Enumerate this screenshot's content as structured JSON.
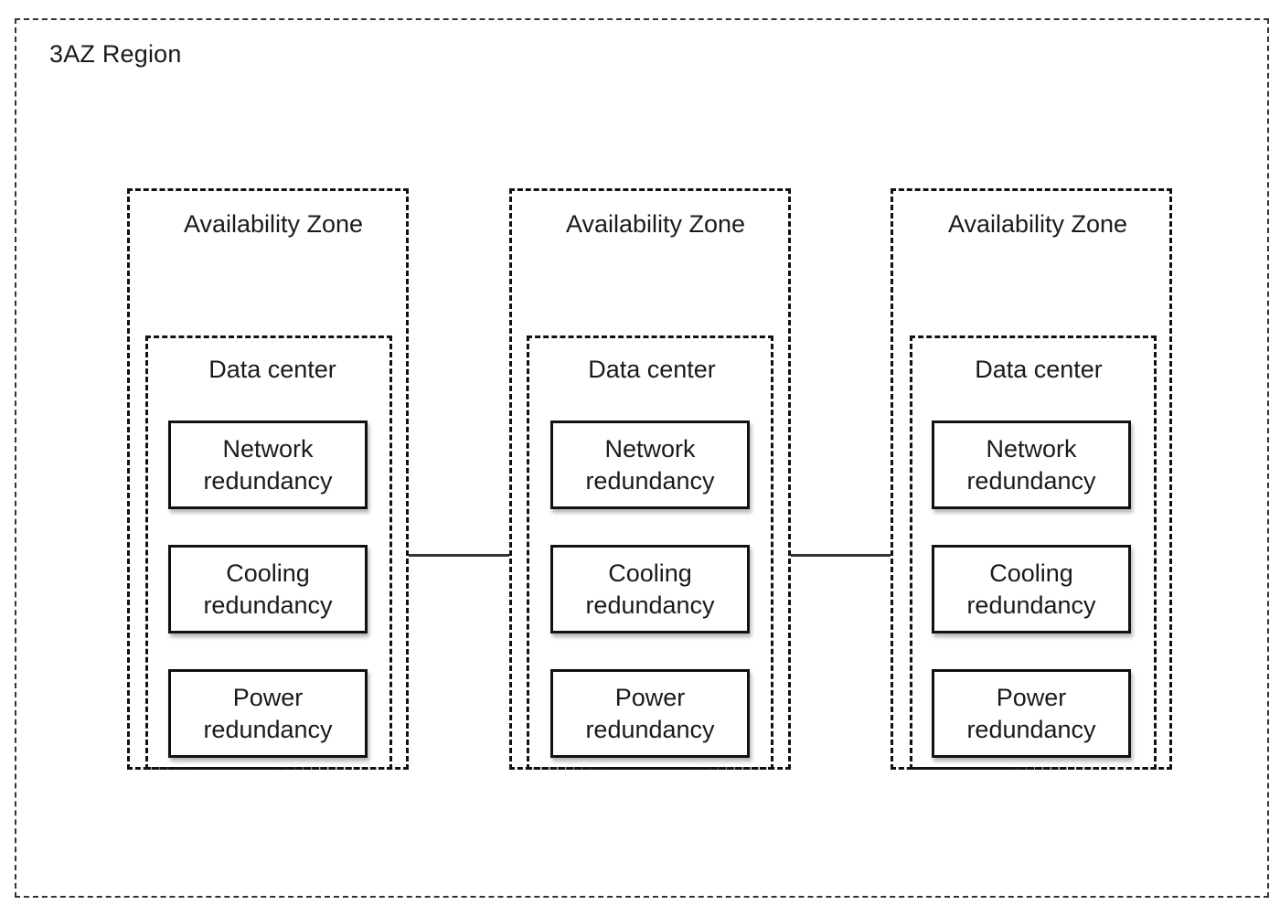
{
  "region": {
    "title": "3AZ Region"
  },
  "zones": [
    {
      "title": "Availability Zone",
      "datacenter": {
        "title": "Data center",
        "items": [
          {
            "label": "Network\nredundancy"
          },
          {
            "label": "Cooling\nredundancy"
          },
          {
            "label": "Power\nredundancy"
          }
        ]
      }
    },
    {
      "title": "Availability Zone",
      "datacenter": {
        "title": "Data center",
        "items": [
          {
            "label": "Network\nredundancy"
          },
          {
            "label": "Cooling\nredundancy"
          },
          {
            "label": "Power\nredundancy"
          }
        ]
      }
    },
    {
      "title": "Availability Zone",
      "datacenter": {
        "title": "Data center",
        "items": [
          {
            "label": "Network\nredundancy"
          },
          {
            "label": "Cooling\nredundancy"
          },
          {
            "label": "Power\nredundancy"
          }
        ]
      }
    }
  ],
  "colors": {
    "border": "#111111",
    "region_border": "#333333",
    "text": "#1a1a1a",
    "background": "#ffffff"
  }
}
